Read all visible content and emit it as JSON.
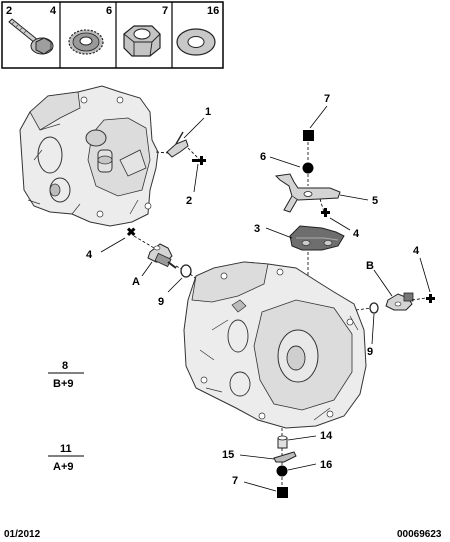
{
  "header_panel": {
    "cells": [
      {
        "ref_a": "2",
        "ref_b": "4",
        "icon": "bolt-with-flange-icon"
      },
      {
        "ref_a": "6",
        "icon": "serrated-washer-icon"
      },
      {
        "ref_a": "7",
        "icon": "hex-nut-icon"
      },
      {
        "ref_a": "16",
        "icon": "flat-washer-icon"
      }
    ]
  },
  "callouts": {
    "c1": "1",
    "c2": "2",
    "c3": "3",
    "c4a": "4",
    "c4b": "4",
    "c4c": "4",
    "c5": "5",
    "c6": "6",
    "c7a": "7",
    "c7b": "7",
    "c9a": "9",
    "c9b": "9",
    "c14": "14",
    "c15": "15",
    "c16": "16",
    "cA": "A",
    "cB": "B"
  },
  "fractions": [
    {
      "num": "8",
      "den": "B+9"
    },
    {
      "num": "11",
      "den": "A+9"
    }
  ],
  "footer": {
    "date": "01/2012",
    "ref": "00069623"
  }
}
